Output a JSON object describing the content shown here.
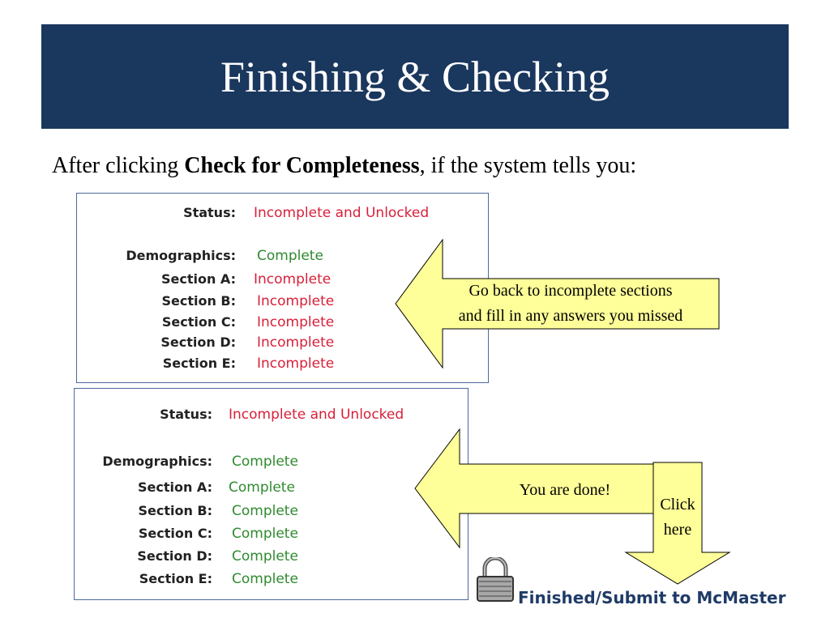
{
  "title": "Finishing & Checking",
  "intro": {
    "before": "After clicking ",
    "bold": "Check for Completeness",
    "after": ", if the system tells you:"
  },
  "panel_incomplete": {
    "status_label": "Status:",
    "status_value": "Incomplete and Unlocked",
    "rows": [
      {
        "label": "Demographics:",
        "value": "Complete"
      },
      {
        "label": "Section A:",
        "value": "Incomplete"
      },
      {
        "label": "Section B:",
        "value": "Incomplete"
      },
      {
        "label": "Section C:",
        "value": "Incomplete"
      },
      {
        "label": "Section D:",
        "value": "Incomplete"
      },
      {
        "label": "Section E:",
        "value": "Incomplete"
      }
    ]
  },
  "panel_complete": {
    "status_label": "Status:",
    "status_value": "Incomplete and Unlocked",
    "rows": [
      {
        "label": "Demographics:",
        "value": "Complete"
      },
      {
        "label": "Section A:",
        "value": "Complete"
      },
      {
        "label": "Section B:",
        "value": "Complete"
      },
      {
        "label": "Section C:",
        "value": "Complete"
      },
      {
        "label": "Section D:",
        "value": "Complete"
      },
      {
        "label": "Section E:",
        "value": "Complete"
      }
    ]
  },
  "callout_go_back": {
    "line1": "Go back to incomplete sections",
    "line2": "and fill in any answers you missed"
  },
  "callout_done": "You are done!",
  "callout_click": {
    "line1": "Click",
    "line2": "here"
  },
  "submit": {
    "label": "Finished/Submit to McMaster",
    "icon": "padlock-icon"
  },
  "colors": {
    "title_bg": "#1a375e",
    "callout_fill": "#ffff99",
    "incomplete": "#d8203a",
    "complete": "#2f8a2f",
    "submit_text": "#1f3b67"
  }
}
